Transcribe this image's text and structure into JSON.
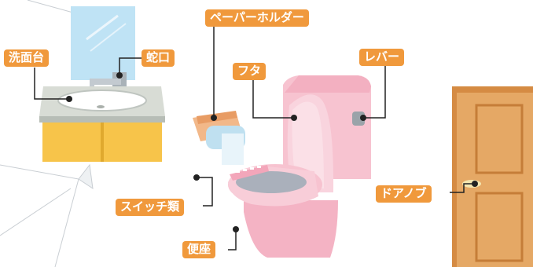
{
  "labels": {
    "sink": "洗面台",
    "faucet": "蛇口",
    "paper_holder": "ペーパーホルダー",
    "lid": "フタ",
    "lever": "レバー",
    "door_knob": "ドアノブ",
    "switches": "スイッチ類",
    "seat": "便座"
  },
  "colors": {
    "label_bg": "#f0993c",
    "label_text": "#ffffff",
    "toilet_pink": "#f7c3d0",
    "door_brown": "#d58b43",
    "cabinet_yellow": "#f7c44a",
    "mirror_blue": "#bfe3f5"
  }
}
